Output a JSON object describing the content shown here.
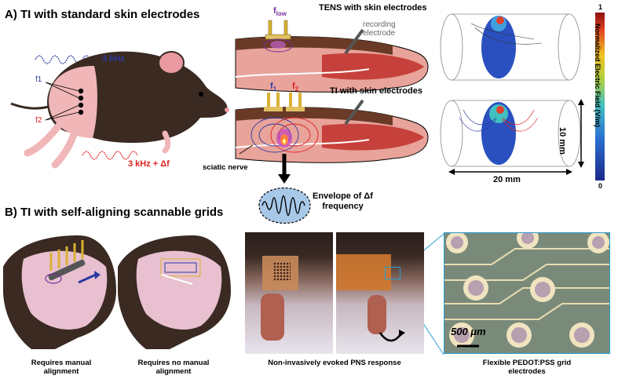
{
  "panel_a": {
    "title": "A) TI with standard skin electrodes",
    "freq_blue": "3 kHz",
    "freq_red": "3 kHz + Δf",
    "label_f1": "f1",
    "label_f2": "f2",
    "tens_title": "TENS with skin electrodes",
    "f_low": "f",
    "f_low_sub": "low",
    "recording_electrode": "recording\nelectrode",
    "ti_title": "TI with skin electrodes",
    "f1_top": "f",
    "f1_sub": "1",
    "f2_top": "f",
    "f2_sub": "2",
    "sciatic_nerve": "sciatic nerve",
    "envelope": "Envelope of Δf\nfrequency",
    "dim_height": "10 mm",
    "dim_width": "20 mm",
    "colorbar_title": "Normalized Electric Field (V/m)",
    "colorbar_max": "1",
    "colorbar_min": "0"
  },
  "panel_b": {
    "title": "B) TI with self-aligning scannable grids",
    "cap_manual": "Requires manual\nalignment",
    "cap_nomanual": "Requires no manual\nalignment",
    "cap_pns": "Non-invasively evoked PNS response",
    "cap_pedot": "Flexible PEDOT:PSS grid\nelectrodes",
    "scale_bar": "500 μm"
  },
  "colors": {
    "blue": "#2b3aa0",
    "red": "#e02020",
    "purple": "#7a2fa0",
    "accent": "#2aa0d8"
  }
}
